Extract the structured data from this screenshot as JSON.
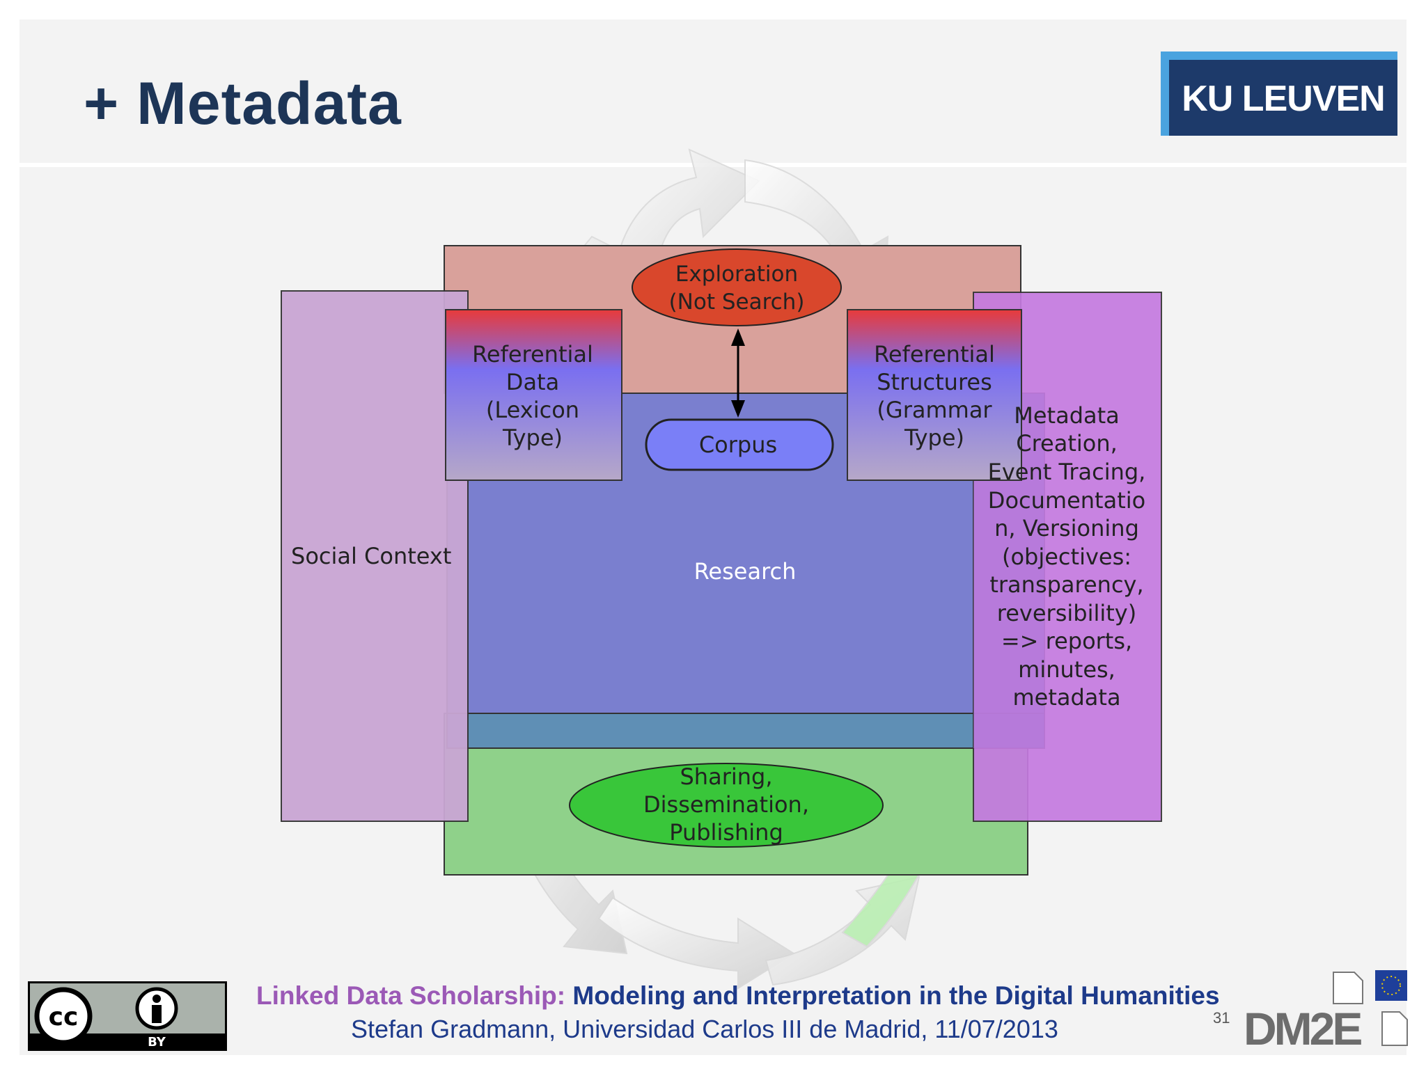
{
  "slide": {
    "title": "+ Metadata",
    "logo_text": "KU LEUVEN",
    "page_number": "31"
  },
  "diagram": {
    "social_context": "Social Context",
    "research": "Research",
    "exploration_line1": "Exploration",
    "exploration_line2": "(Not Search)",
    "corpus": "Corpus",
    "ref_data": [
      "Referential",
      "Data",
      "(Lexicon",
      "Type)"
    ],
    "ref_structures": [
      "Referential",
      "Structures",
      "(Grammar",
      "Type)"
    ],
    "sharing": [
      "Sharing,",
      "Dissemination,",
      "Publishing"
    ],
    "metadata_box": [
      "Metadata",
      "Creation,",
      "Event Tracing,",
      "Documentatio",
      "n, Versioning",
      "(objectives:",
      "transparency,",
      "reversibility)",
      "=> reports,",
      "minutes,",
      "metadata"
    ]
  },
  "footer": {
    "line1_highlight": "Linked Data Scholarship:",
    "line1_rest": " Modeling and Interpretation in the Digital Humanities",
    "line2": "Stefan Gradmann, Universidad Carlos III de Madrid, 11/07/2013",
    "license_label": "BY",
    "cc_label": "cc",
    "brand": "DM2E"
  },
  "colors": {
    "title": "#1d3557",
    "logo_bg": "#1d3a6a",
    "logo_border": "#4aa3df",
    "social": "#c9a6d4",
    "research": "#7a7fcf",
    "exploration_box": "#d9a19b",
    "sharing_box": "#8fd18a",
    "metadata_box": "#c57ae0"
  }
}
